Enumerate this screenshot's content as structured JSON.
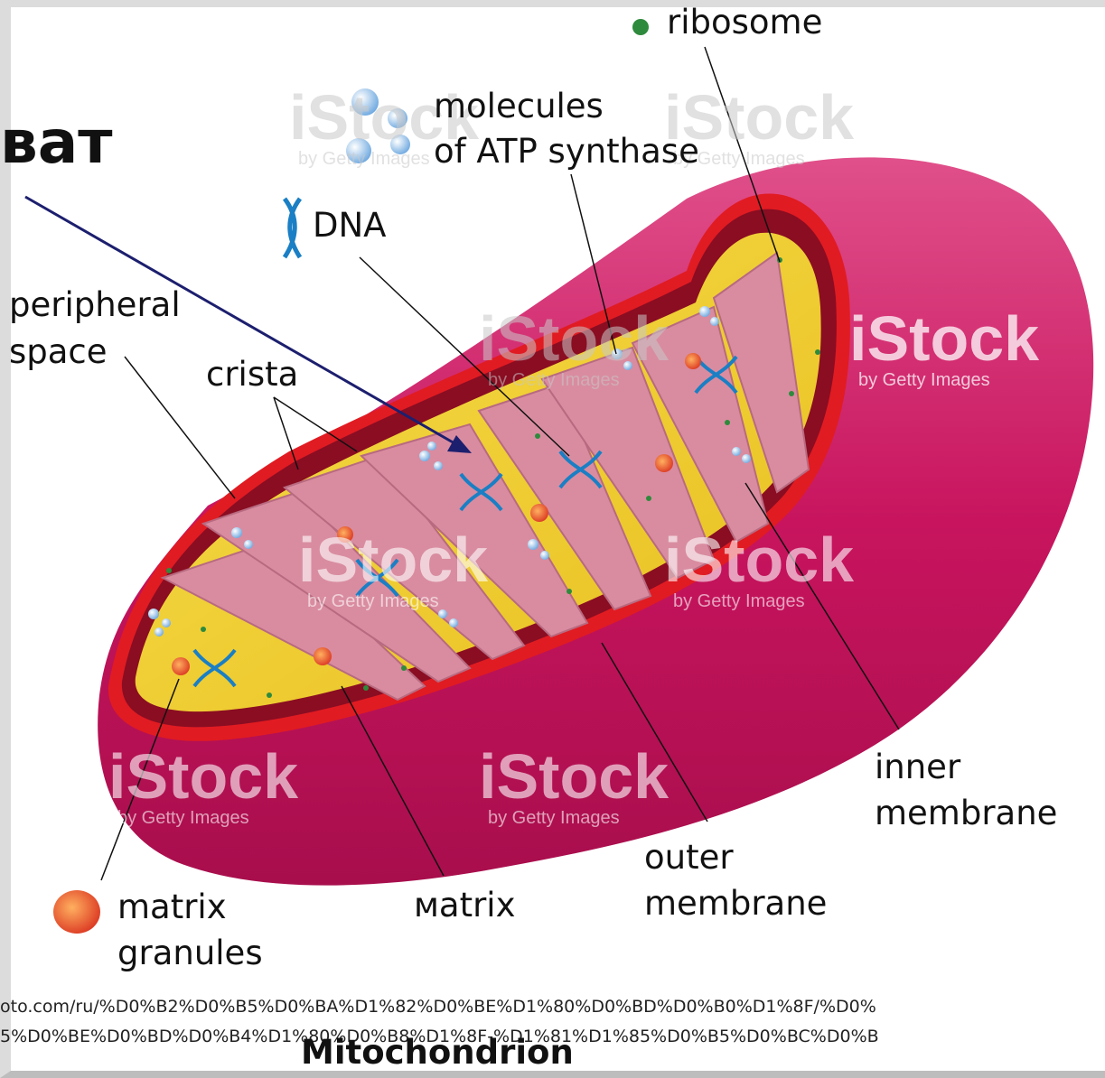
{
  "labels": {
    "ribosome": "ribosome",
    "atp_line1": "molecules",
    "atp_line2": "of ATP synthase",
    "dna": "DNA",
    "peripheral_line1": "peripheral",
    "peripheral_line2": "space",
    "crista": "crista",
    "inner_line1": "inner",
    "inner_line2": "membrane",
    "outer_line1": "outer",
    "outer_line2": "membrane",
    "matrix": "мatrix",
    "granules_line1": "matrix",
    "granules_line2": "granules",
    "corner_fragment": "ват"
  },
  "watermark": {
    "brand": "iStock",
    "byline": "by Getty Images"
  },
  "source_url": {
    "line1": "oto.com/ru/%D0%B2%D0%B5%D0%BA%D1%82%D0%BE%D1%80%D0%BD%D0%B0%D1%8F/%D0%",
    "line2": "5%D0%BE%D0%BD%D0%B4%D1%80%D0%B8%D1%8F-%D1%81%D1%85%D0%B5%D0%BC%D0%B"
  },
  "caption": "Mitochondrion",
  "colors": {
    "outer_membrane": "#c8145e",
    "inner_membrane": "#e11b22",
    "matrix": "#f2cf2a",
    "cristae": "#d98ca0",
    "arrow": "#1c1f6e"
  }
}
